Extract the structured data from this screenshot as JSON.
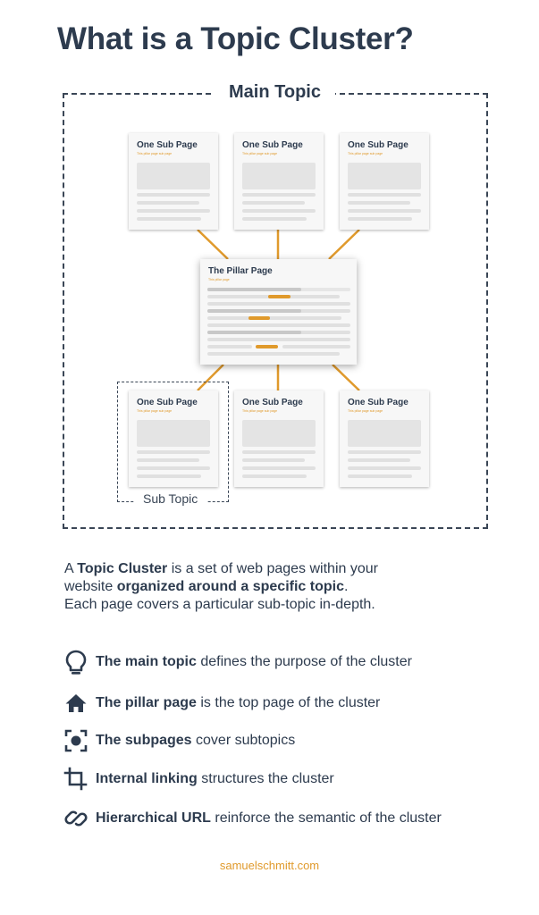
{
  "title": "What is a Topic Cluster?",
  "diagram": {
    "main_label": "Main Topic",
    "sub_topic_label": "Sub Topic",
    "sub_page_title": "One Sub Page",
    "sub_page_subtitle": "This pillar page sub page",
    "pillar_title": "The Pillar Page",
    "pillar_subtitle": "This pillar page",
    "link_color": "#e09a2c"
  },
  "description": {
    "l1_a": "A ",
    "l1_b": "Topic Cluster",
    "l1_c": " is a set of web pages within your",
    "l2_a": "website ",
    "l2_b": "organized around a specific topic",
    "l2_c": ".",
    "l3": "Each page covers a particular sub-topic in-depth."
  },
  "features": [
    {
      "icon": "lightbulb-icon",
      "bold": "The main topic",
      "rest": " defines the purpose of the cluster"
    },
    {
      "icon": "home-icon",
      "bold": "The pillar page",
      "rest": " is the top page of the cluster"
    },
    {
      "icon": "focus-icon",
      "bold": "The subpages",
      "rest": " cover subtopics"
    },
    {
      "icon": "crop-icon",
      "bold": "Internal linking",
      "rest": " structures the cluster"
    },
    {
      "icon": "link-icon",
      "bold": "Hierarchical URL",
      "rest": " reinforce the semantic of the cluster"
    }
  ],
  "footer": "samuelschmitt.com"
}
